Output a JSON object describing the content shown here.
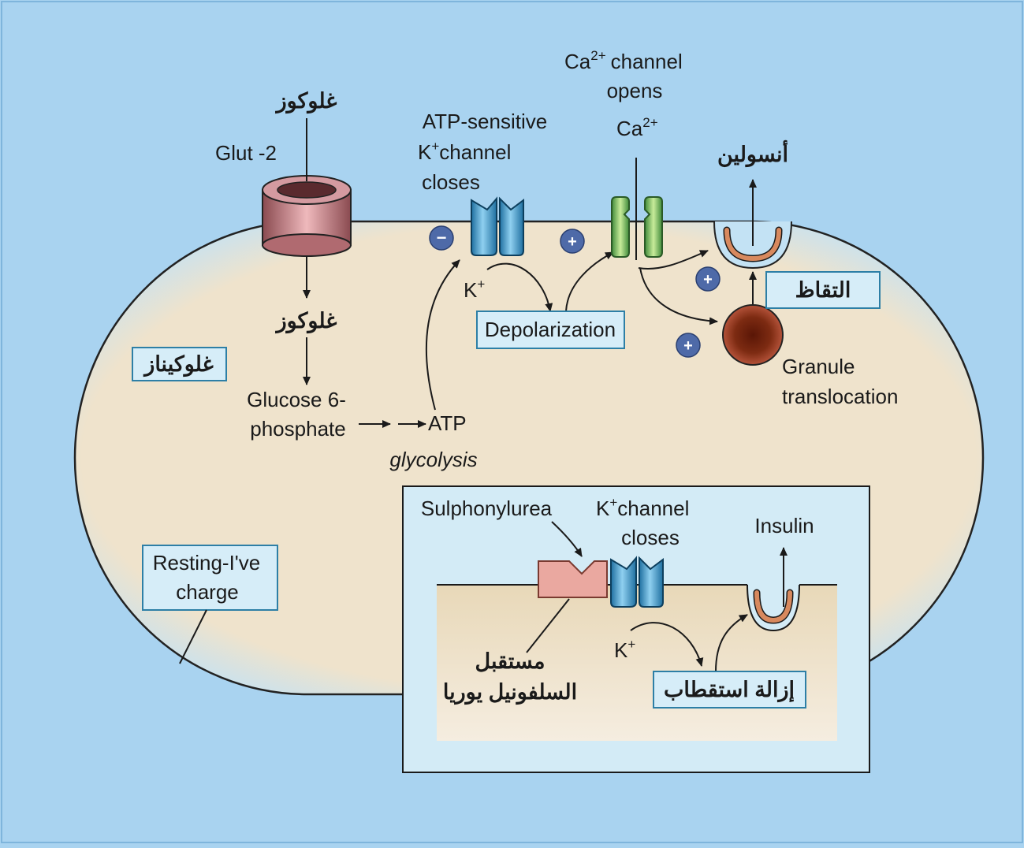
{
  "labels": {
    "glucose_top_ar": "غلوكوز",
    "glut2": "Glut -2",
    "glucose_inside_ar": "غلوكوز",
    "glucokinase_ar": "غلوكيناز",
    "g6p_line1": "Glucose 6-",
    "g6p_line2": "phosphate",
    "atp": "ATP",
    "glycolysis": "glycolysis",
    "katp_line1": "ATP-sensitive",
    "katp_line2_k": "K",
    "katp_line2_sup": "+",
    "katp_line2_rest": "channel",
    "katp_line3": "closes",
    "k_ion": "K",
    "k_ion_sup": "+",
    "depolarization": "Depolarization",
    "ca_channel_line1_ca": "Ca",
    "ca_channel_line1_sup": "2+",
    "ca_channel_line1_rest": "channel",
    "ca_channel_line2": "opens",
    "ca_ion": "Ca",
    "ca_ion_sup": "2+",
    "insulin_ar": "أنسولين",
    "exocytosis_ar": "التقاظ",
    "granule_line1": "Granule",
    "granule_line2": "translocation",
    "resting_line1": "Resting-I've",
    "resting_line2": "charge",
    "minus_sign": "−",
    "plus_sign": "+"
  },
  "inset": {
    "sulphonylurea": "Sulphonylurea",
    "kchannel_k": "K",
    "kchannel_sup": "+",
    "kchannel_rest": "channel",
    "kchannel_line2": "closes",
    "insulin": "Insulin",
    "receptor_line1_ar": "مستقبل",
    "receptor_line2_ar": "السلفونيل يوريا",
    "k_ion": "K",
    "k_ion_sup": "+",
    "depolarization_ar": "إزالة استقطاب"
  },
  "colors": {
    "background": "#a9d3f0",
    "cell_fill": "#efe3cc",
    "cell_rim": "#c3e2f4",
    "label_box_fill": "#d6edf8",
    "label_box_border": "#2d7fa6",
    "plus_circle": "#4e6aa8",
    "k_channel": "#3e9bcf",
    "ca_channel": "#7fbf5a",
    "granule": "#7a2a12",
    "glut2": "#b87a80",
    "receptor": "#eaa8a0"
  }
}
